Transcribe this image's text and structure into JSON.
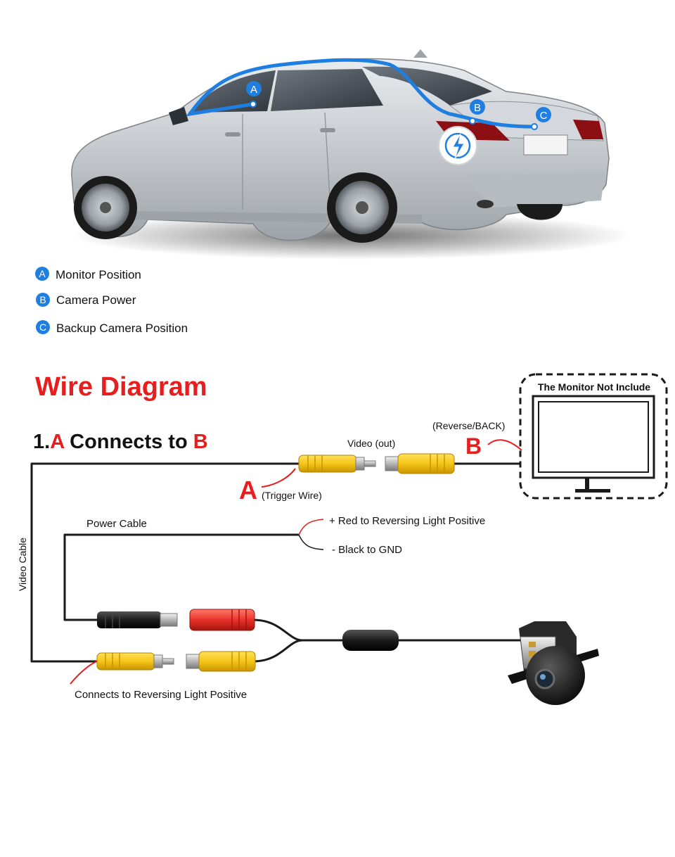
{
  "car_markers": {
    "a": "A",
    "b": "B",
    "c": "C"
  },
  "legend": {
    "items": [
      {
        "marker": "A",
        "label": "Monitor Position"
      },
      {
        "marker": "B",
        "label": "Camera Power"
      },
      {
        "marker": "C",
        "label": "Backup Camera Position"
      }
    ]
  },
  "diagram": {
    "title": "Wire Diagram",
    "step": {
      "prefix": "1.",
      "from": "A",
      "middle": " Connects to ",
      "to": "B"
    },
    "labels": {
      "video_out": "Video (out)",
      "reverse_back": "(Reverse/BACK)",
      "trigger_wire": "(Trigger Wire)",
      "marker_a": "A",
      "marker_b": "B",
      "monitor_not_include": "The Monitor Not Include",
      "video_cable": "Video Cable",
      "power_cable": "Power Cable",
      "red_positive": "+ Red to Reversing Light Positive",
      "black_gnd": "- Black to GND",
      "connects_reversing": "Connects to Reversing Light Positive"
    },
    "colors": {
      "red": "#e81d1d",
      "blue": "#1f7fe0",
      "yellow": "#f5c518",
      "cable": "#1a1a1a"
    }
  }
}
